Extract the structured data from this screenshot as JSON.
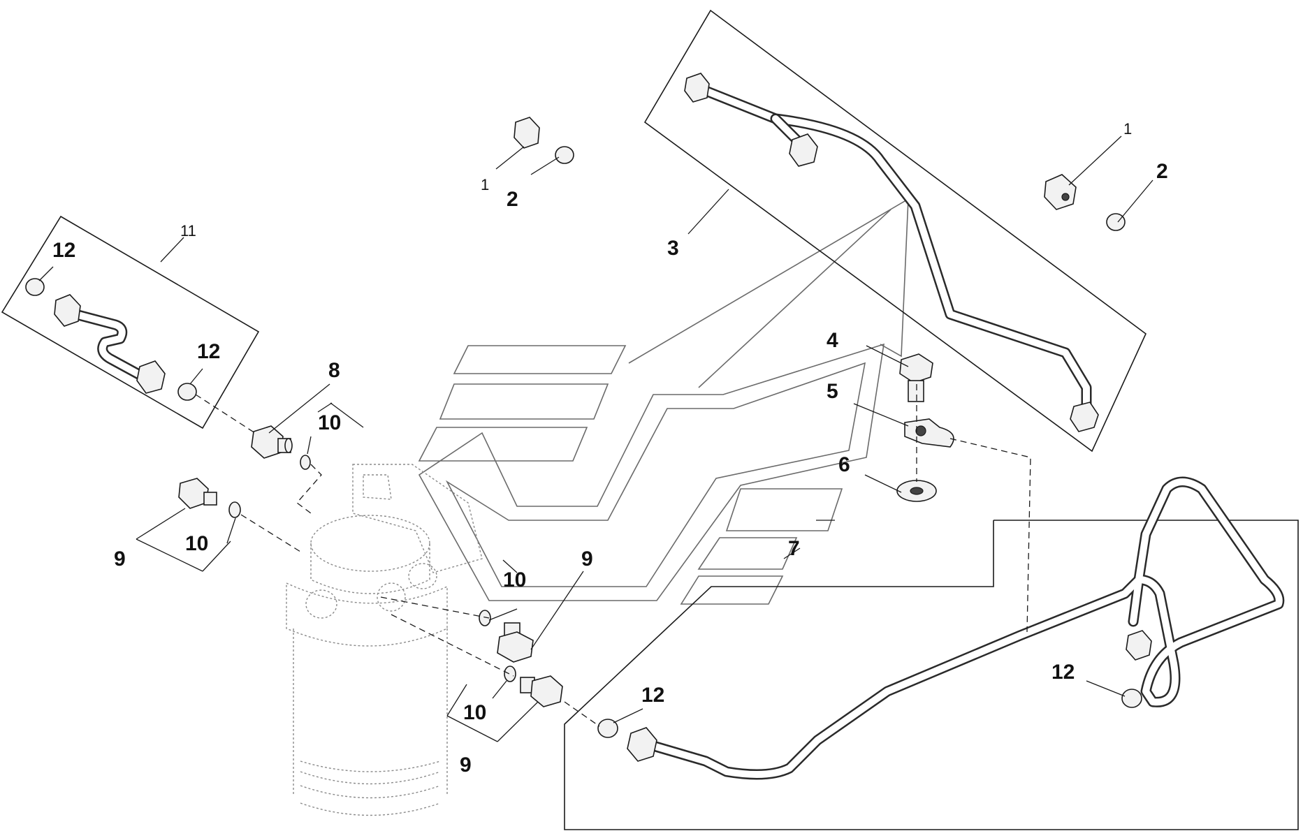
{
  "callouts": [
    {
      "id": "c1a",
      "text": "1"
    },
    {
      "id": "c2a",
      "text": "2"
    },
    {
      "id": "c1b",
      "text": "1"
    },
    {
      "id": "c2b",
      "text": "2"
    },
    {
      "id": "c3",
      "text": "3"
    },
    {
      "id": "c4",
      "text": "4"
    },
    {
      "id": "c5",
      "text": "5"
    },
    {
      "id": "c6",
      "text": "6"
    },
    {
      "id": "c7",
      "text": "7"
    },
    {
      "id": "c8",
      "text": "8"
    },
    {
      "id": "c9a",
      "text": "9"
    },
    {
      "id": "c9b",
      "text": "9"
    },
    {
      "id": "c9c",
      "text": "9"
    },
    {
      "id": "c10a",
      "text": "10"
    },
    {
      "id": "c10b",
      "text": "10"
    },
    {
      "id": "c10c",
      "text": "10"
    },
    {
      "id": "c10d",
      "text": "10"
    },
    {
      "id": "c11",
      "text": "11"
    },
    {
      "id": "c12a",
      "text": "12"
    },
    {
      "id": "c12b",
      "text": "12"
    },
    {
      "id": "c12c",
      "text": "12"
    },
    {
      "id": "c12d",
      "text": "12"
    }
  ]
}
